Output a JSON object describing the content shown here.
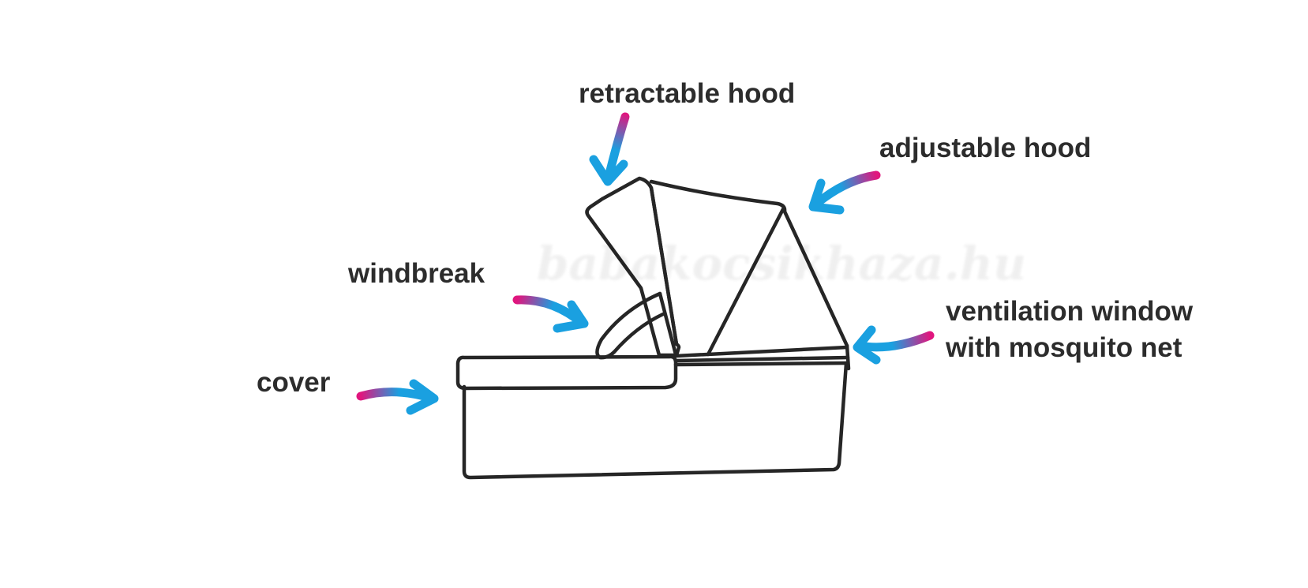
{
  "labels": {
    "retractable_hood": "retractable hood",
    "adjustable_hood": "adjustable hood",
    "windbreak": "windbreak",
    "cover": "cover",
    "ventilation_window_line1": "ventilation window",
    "ventilation_window_line2": "with mosquito net"
  },
  "watermark": "babakocsikhaza.hu",
  "colors": {
    "outline": "#262626",
    "text": "#2c2c2c",
    "arrow_head": "#1aa0e0",
    "arrow_tail": "#e0167e"
  }
}
